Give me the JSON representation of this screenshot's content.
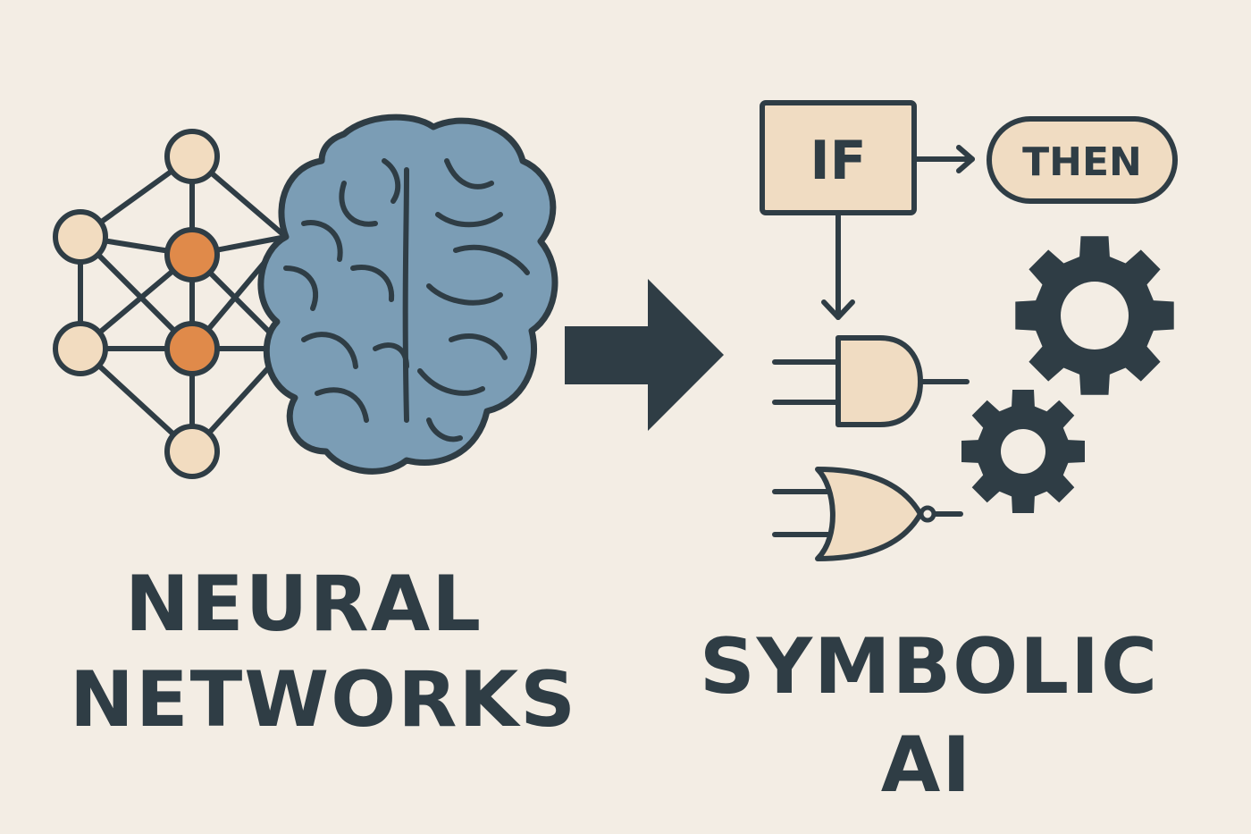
{
  "colors": {
    "background": "#f3ede4",
    "outline": "#2f3d45",
    "node_light": "#f2dcc0",
    "node_active": "#e08a4a",
    "brain": "#7b9db5",
    "box_fill": "#f0dcc2"
  },
  "neural": {
    "label_line1": "NEURAL",
    "label_line2": "NETWORKS"
  },
  "symbolic": {
    "if_label": "IF",
    "then_label": "THEN",
    "label_line1": "SYMBOLIC",
    "label_line2": "AI"
  },
  "icons": {
    "network": "neural-network-icon",
    "brain": "brain-icon",
    "arrow": "right-arrow-icon",
    "gate_and": "and-gate-icon",
    "gate_nor": "nor-gate-icon",
    "gear_large": "gear-icon",
    "gear_small": "gear-icon"
  }
}
